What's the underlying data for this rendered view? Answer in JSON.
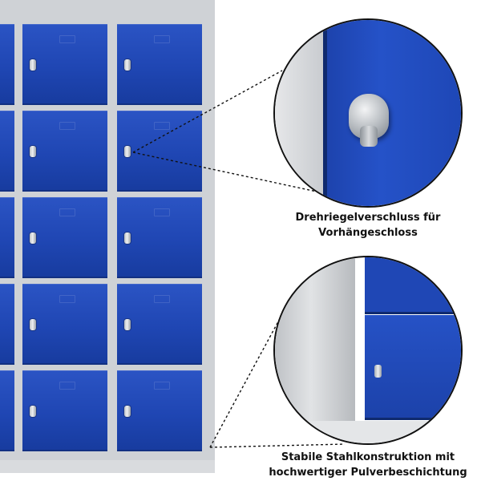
{
  "captions": {
    "lock": {
      "line1": "Drehriegelverschluss für",
      "line2": "Vorhängeschloss"
    },
    "construction": {
      "line1": "Stabile Stahlkonstruktion mit",
      "line2": "hochwertiger Pulverbeschichtung"
    }
  },
  "colors": {
    "door_blue": "#1f46b3",
    "frame_grey": "#cfd2d6",
    "callout_line": "#111111"
  },
  "locker": {
    "columns": 3,
    "rows": 5
  }
}
